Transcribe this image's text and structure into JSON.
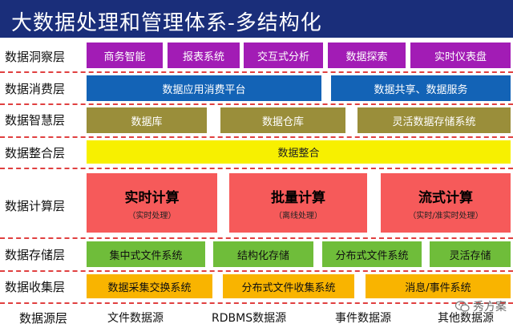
{
  "title": "大数据处理和管理体系-多结构化",
  "layers": {
    "insight": {
      "label": "数据洞察层",
      "items": [
        "商务智能",
        "报表系统",
        "交互式分析",
        "数据探索",
        "实时仪表盘"
      ]
    },
    "consume": {
      "label": "数据消费层",
      "items": [
        "数据应用消费平台",
        "数据共享、数据服务"
      ]
    },
    "wisdom": {
      "label": "数据智慧层",
      "items": [
        "数据库",
        "数据仓库",
        "灵活数据存储系统"
      ]
    },
    "integrate": {
      "label": "数据整合层",
      "items": [
        "数据整合"
      ]
    },
    "compute": {
      "label": "数据计算层",
      "items": [
        {
          "main": "实时计算",
          "sub": "（实时处理）"
        },
        {
          "main": "批量计算",
          "sub": "（离线处理）"
        },
        {
          "main": "流式计算",
          "sub": "（实时/准实时处理）"
        }
      ]
    },
    "storage": {
      "label": "数据存储层",
      "items": [
        "集中式文件系统",
        "结构化存储",
        "分布式文件系统",
        "灵活存储"
      ]
    },
    "collect": {
      "label": "数据收集层",
      "items": [
        "数据采集交换系统",
        "分布式文件收集系统",
        "消息/事件系统"
      ]
    },
    "source": {
      "label": "数据源层",
      "items": [
        "文件数据源",
        "RDBMS数据源",
        "事件数据源",
        "其他数据源"
      ]
    }
  },
  "watermark": "秀方案",
  "colors": {
    "header": "#1a2e7a",
    "insight": "#a21cb5",
    "consume": "#1363b6",
    "wisdom": "#9a8e3a",
    "integrate": "#f7f000",
    "compute": "#f65a5a",
    "storage": "#6fbd3a",
    "collect": "#f9b400",
    "divider": "#e04040"
  }
}
